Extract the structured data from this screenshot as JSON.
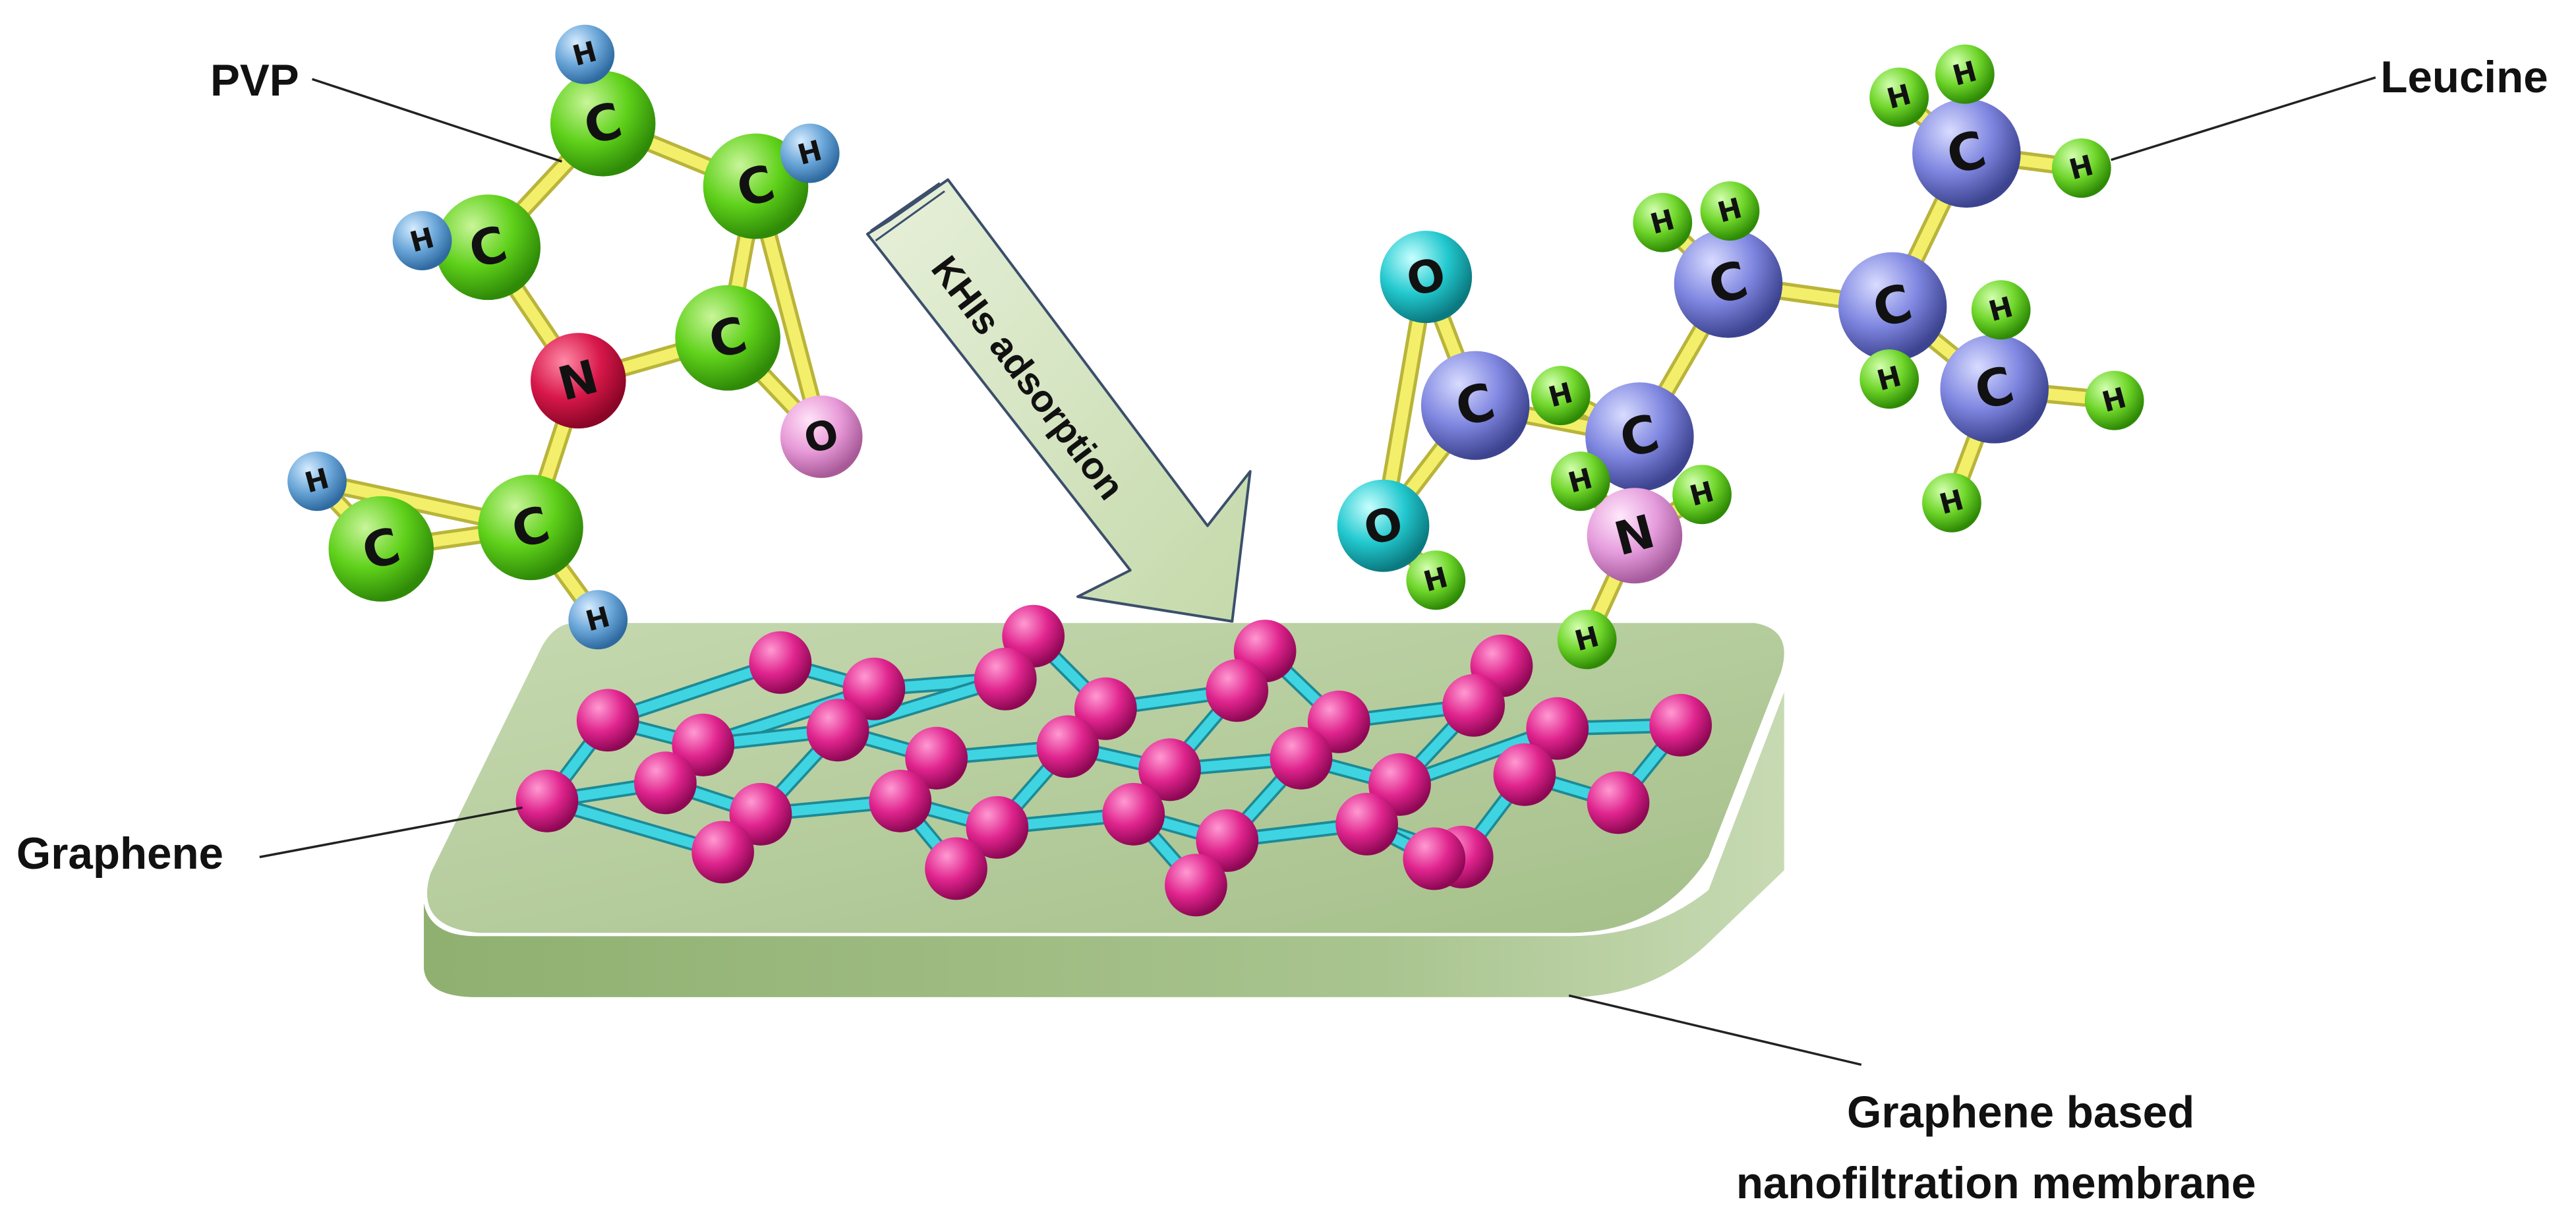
{
  "labels": {
    "pvp": "PVP",
    "leucine": "Leucine",
    "graphene": "Graphene",
    "membrane_line1": "Graphene based",
    "membrane_line2": "nanofiltration membrane",
    "arrow": "KHIs adsorption"
  },
  "colors": {
    "carbon_green": "#5fd11a",
    "hydrogen_blue": "#6aa6d8",
    "nitrogen_red": "#d8184a",
    "oxygen_pink": "#e89ad8",
    "leucine_carbon": "#7f86e0",
    "leucine_hydrogen": "#6fd62a",
    "leucine_oxygen": "#22c9cf",
    "graphene_atom": "#e0248e",
    "graphene_bond": "#3fd4e2",
    "bond_yellow": "#f3ef6a",
    "membrane": "#a9c48f",
    "arrow_fill": "#d4e4bf",
    "arrow_stroke": "#3b4f6b"
  },
  "molecules": {
    "pvp": {
      "atoms": [
        {
          "el": "C"
        },
        {
          "el": "C"
        },
        {
          "el": "C"
        },
        {
          "el": "C"
        },
        {
          "el": "N"
        },
        {
          "el": "O"
        },
        {
          "el": "H"
        },
        {
          "el": "H"
        },
        {
          "el": "H"
        },
        {
          "el": "C"
        },
        {
          "el": "C"
        },
        {
          "el": "H"
        },
        {
          "el": "H"
        }
      ]
    },
    "leucine": {
      "atoms": [
        {
          "el": "O"
        },
        {
          "el": "C"
        },
        {
          "el": "O"
        },
        {
          "el": "H"
        },
        {
          "el": "C"
        },
        {
          "el": "N"
        },
        {
          "el": "H"
        },
        {
          "el": "H"
        },
        {
          "el": "H"
        },
        {
          "el": "H"
        },
        {
          "el": "C"
        },
        {
          "el": "H"
        },
        {
          "el": "H"
        },
        {
          "el": "C"
        },
        {
          "el": "H"
        },
        {
          "el": "C"
        },
        {
          "el": "H"
        },
        {
          "el": "H"
        },
        {
          "el": "H"
        },
        {
          "el": "C"
        },
        {
          "el": "H"
        },
        {
          "el": "H"
        },
        {
          "el": "H"
        }
      ]
    }
  }
}
